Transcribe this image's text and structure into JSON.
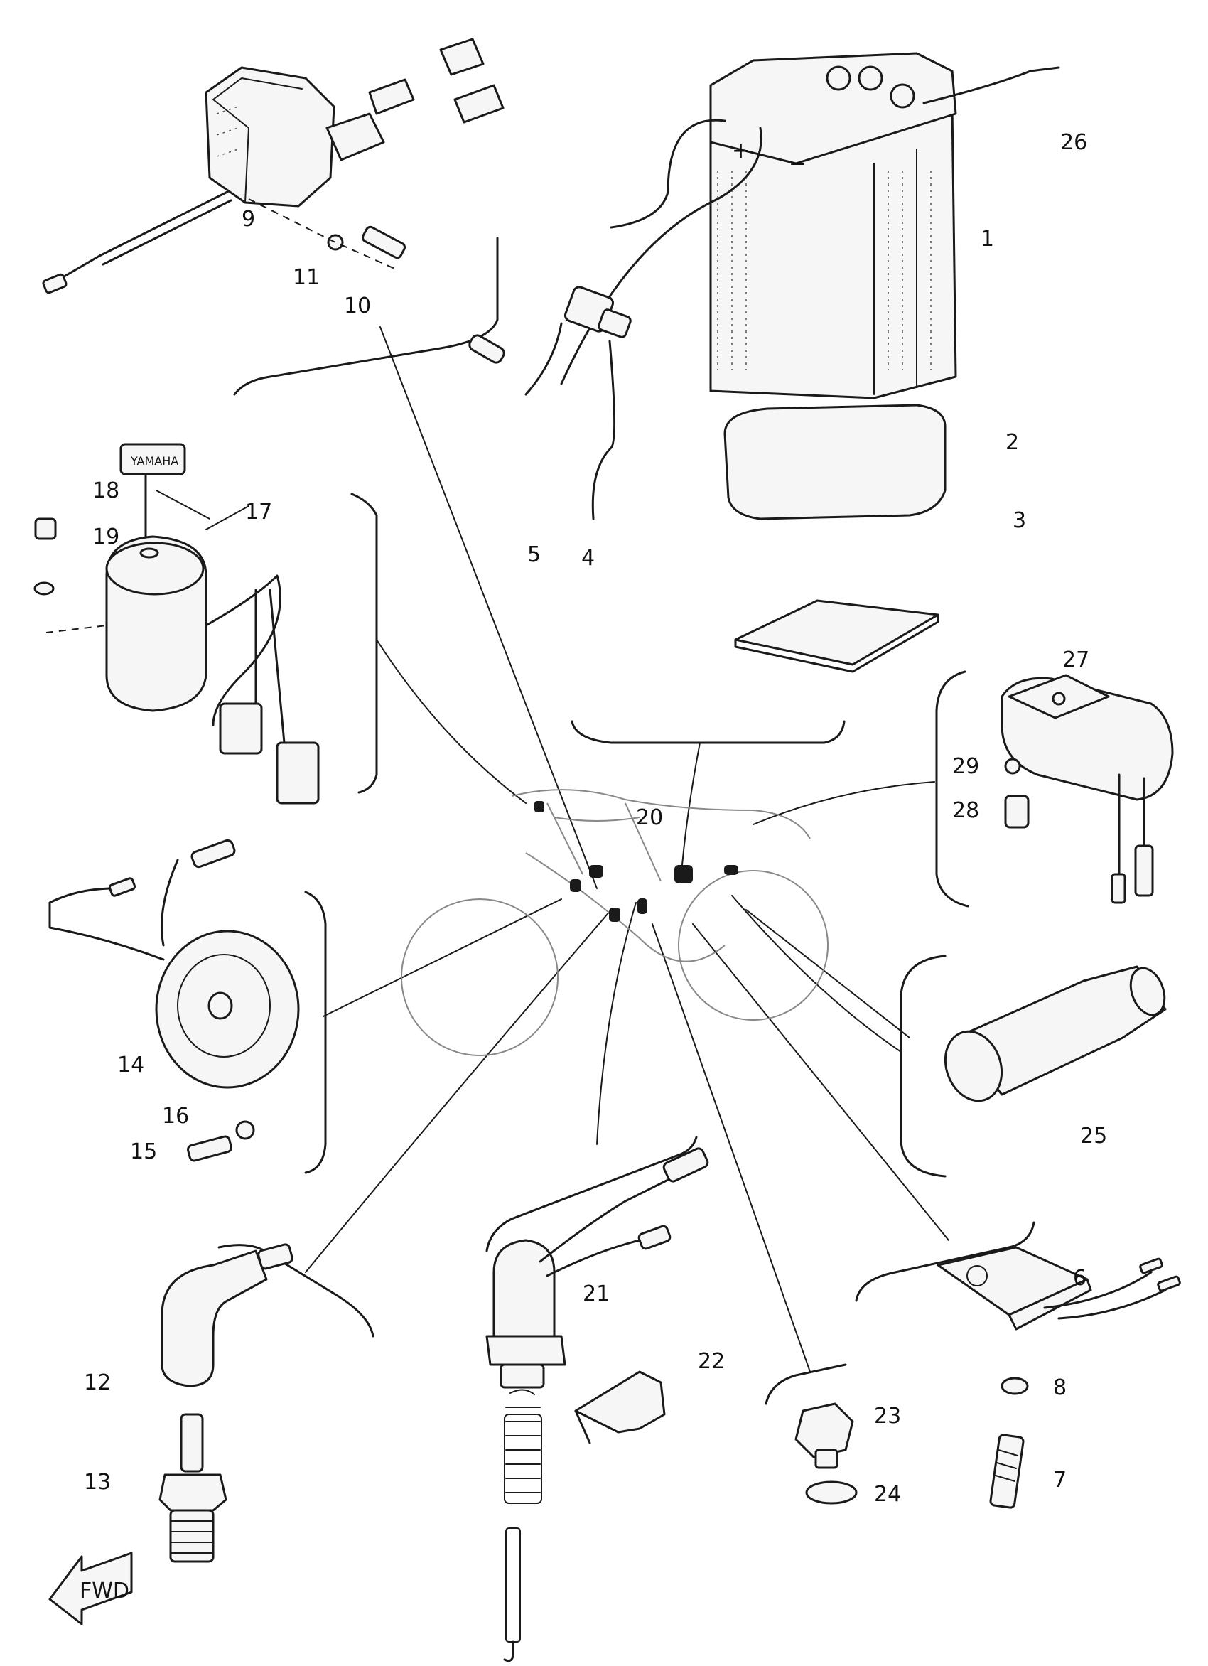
{
  "labels": {
    "p1": "1",
    "p2": "2",
    "p3": "3",
    "p4": "4",
    "p5": "5",
    "p6": "6",
    "p7": "7",
    "p8": "8",
    "p9": "9",
    "p10": "10",
    "p11": "11",
    "p12": "12",
    "p13": "13",
    "p14": "14",
    "p15": "15",
    "p16": "16",
    "p17": "17",
    "p18": "18",
    "p19": "19",
    "p20": "20",
    "p21": "21",
    "p22": "22",
    "p23": "23",
    "p24": "24",
    "p25": "25",
    "p26": "26",
    "p27": "27",
    "p28": "28",
    "p29": "29"
  },
  "key_brand": "YAMAHA",
  "battery_plus": "+",
  "battery_minus": "−",
  "fwd_label": "FWD"
}
